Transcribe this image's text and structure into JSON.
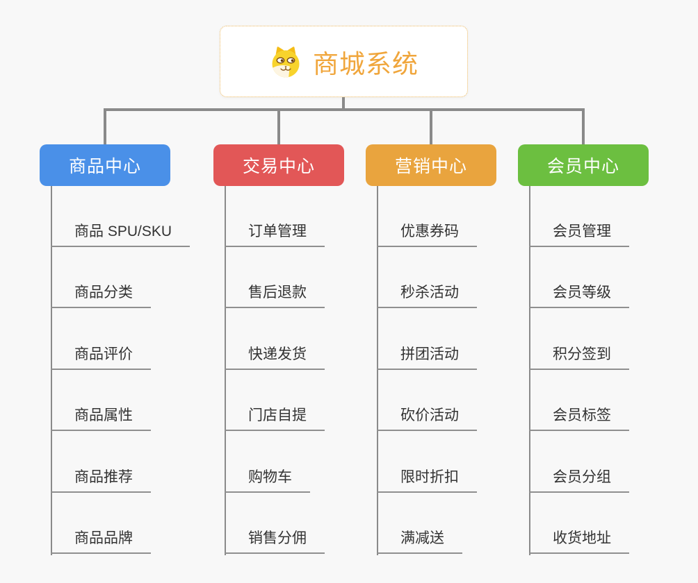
{
  "page": {
    "background_color": "#f8f8f8",
    "connector_color": "#8a8a8a",
    "leaf_underline_color": "#8f8f8f",
    "leaf_text_color": "#333333"
  },
  "root": {
    "title": "商城系统",
    "title_color": "#f0a63c",
    "border_color": "#eeb95e",
    "icon": "dog-face-icon"
  },
  "branches": [
    {
      "label": "商品中心",
      "color": "#4a90e8",
      "children": [
        "商品 SPU/SKU",
        "商品分类",
        "商品评价",
        "商品属性",
        "商品推荐",
        "商品品牌"
      ]
    },
    {
      "label": "交易中心",
      "color": "#e25757",
      "children": [
        "订单管理",
        "售后退款",
        "快递发货",
        "门店自提",
        "购物车",
        "销售分佣"
      ]
    },
    {
      "label": "营销中心",
      "color": "#e9a43e",
      "children": [
        "优惠券码",
        "秒杀活动",
        "拼团活动",
        "砍价活动",
        "限时折扣",
        "满减送"
      ]
    },
    {
      "label": "会员中心",
      "color": "#6cbf40",
      "children": [
        "会员管理",
        "会员等级",
        "积分签到",
        "会员标签",
        "会员分组",
        "收货地址"
      ]
    }
  ]
}
